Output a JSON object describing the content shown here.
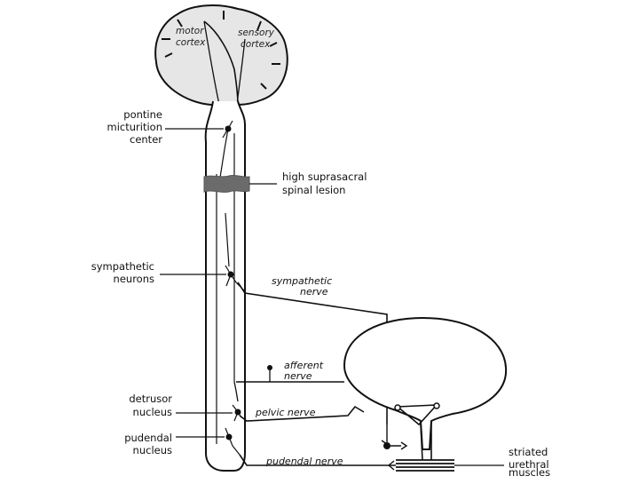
{
  "brain": {
    "motor_label_1": "motor",
    "motor_label_2": "cortex",
    "sensory_label_1": "sensory",
    "sensory_label_2": "cortex",
    "fill_color": "#e6e6e6"
  },
  "callouts": {
    "pontine_1": "pontine",
    "pontine_2": "micturition",
    "pontine_3": "center",
    "lesion_1": "high suprasacral",
    "lesion_2": "spinal lesion",
    "sympathetic_neurons_1": "sympathetic",
    "sympathetic_neurons_2": "neurons",
    "detrusor_1": "detrusor",
    "detrusor_2": "nucleus",
    "pudendal_1": "pudendal",
    "pudendal_2": "nucleus",
    "striated_1": "striated",
    "striated_2": "urethral",
    "striated_3": "muscles"
  },
  "nerves": {
    "sympathetic_1": "sympathetic",
    "sympathetic_2": "nerve",
    "afferent_1": "afferent",
    "afferent_2": "nerve",
    "pelvic": "pelvic nerve",
    "pudendal": "pudendal nerve"
  },
  "colors": {
    "line": "#111111",
    "lesion": "#6b6b6b"
  }
}
